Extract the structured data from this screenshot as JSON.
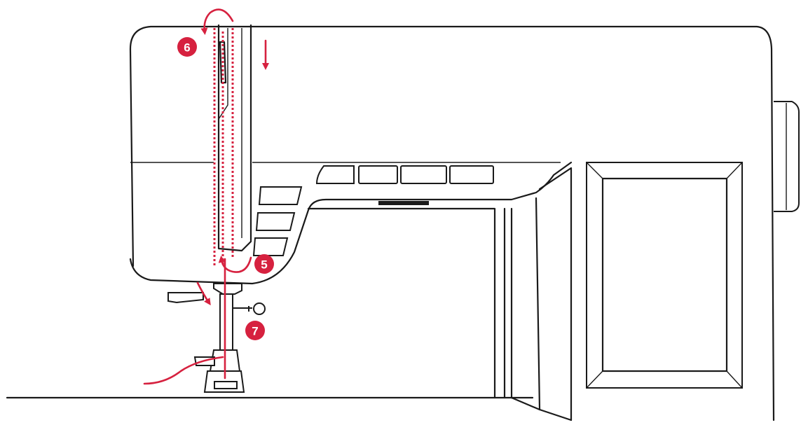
{
  "colors": {
    "thread": "#d6213f",
    "line": "#1a1a1a",
    "background": "#ffffff"
  },
  "steps": [
    {
      "id": "step-5",
      "label": "5",
      "description_icon": "curved-arrow-icon"
    },
    {
      "id": "step-6",
      "label": "6",
      "description_icon": "curved-arrow-icon"
    },
    {
      "id": "step-7",
      "label": "7",
      "description_icon": "straight-arrow-icon"
    }
  ]
}
